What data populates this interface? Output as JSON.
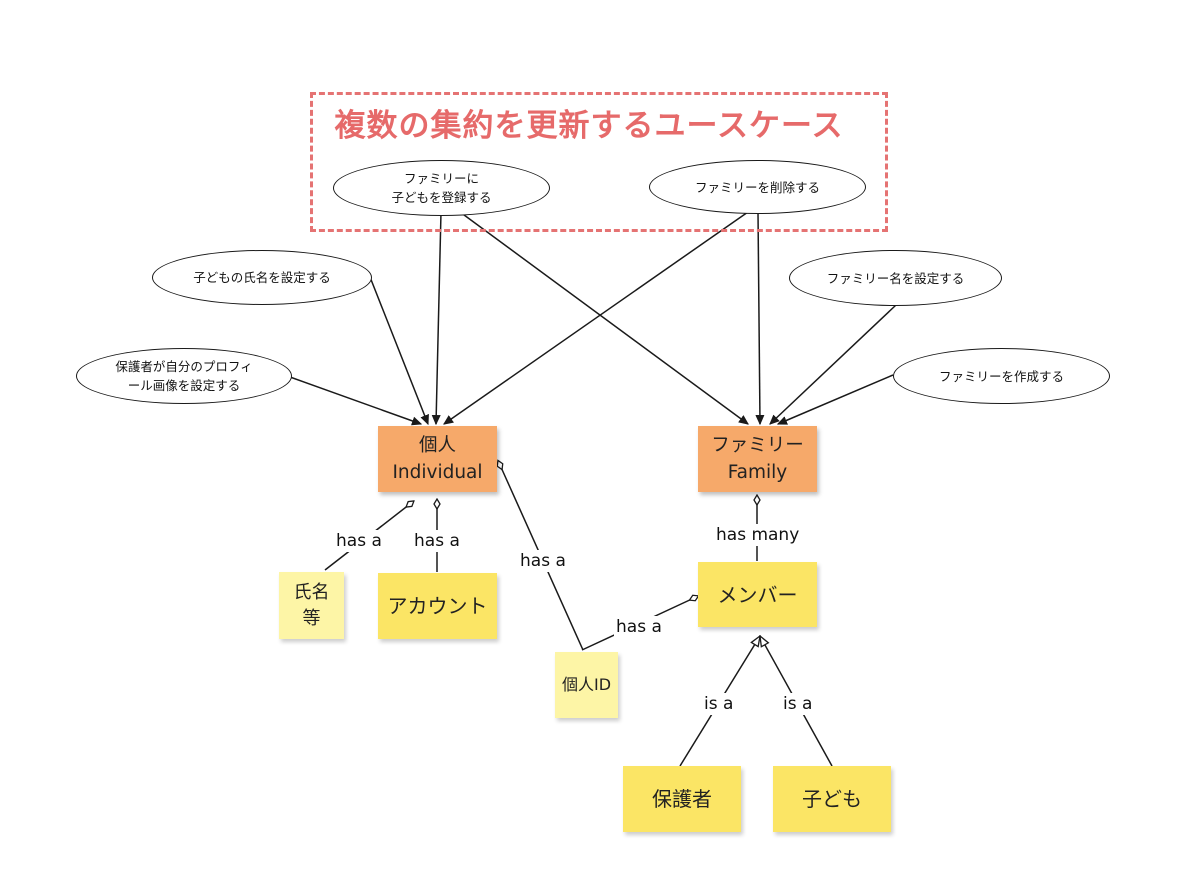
{
  "frame": {
    "title": "複数の集約を更新するユースケース"
  },
  "usecases": {
    "add_child": "ファミリーに\n子どもを登録する",
    "delete_family": "ファミリーを削除する",
    "child_name": "子どもの氏名を設定する",
    "family_name": "ファミリー名を設定する",
    "guardian_profile": "保護者が自分のプロフィ\nール画像を設定する",
    "create_family": "ファミリーを作成する"
  },
  "entities": {
    "individual": "個人\nIndividual",
    "family": "ファミリー\nFamily"
  },
  "stickies": {
    "name_etc": "氏名\n等",
    "account": "アカウント",
    "individual_id": "個人ID",
    "member": "メンバー",
    "guardian": "保護者",
    "child": "子ども"
  },
  "relations": {
    "name_has_a": "has a",
    "account_has_a": "has a",
    "id_has_a": "has a",
    "member_has_a": "has a",
    "has_many": "has many",
    "guardian_is_a": "is a",
    "child_is_a": "is a"
  },
  "colors": {
    "frame_border": "#e57373",
    "frame_title": "#e66a6a",
    "entity": "#f6a96a",
    "sticky": "#fbe565",
    "sticky_pale": "#fdf5a6",
    "line": "#1a1a1a"
  }
}
